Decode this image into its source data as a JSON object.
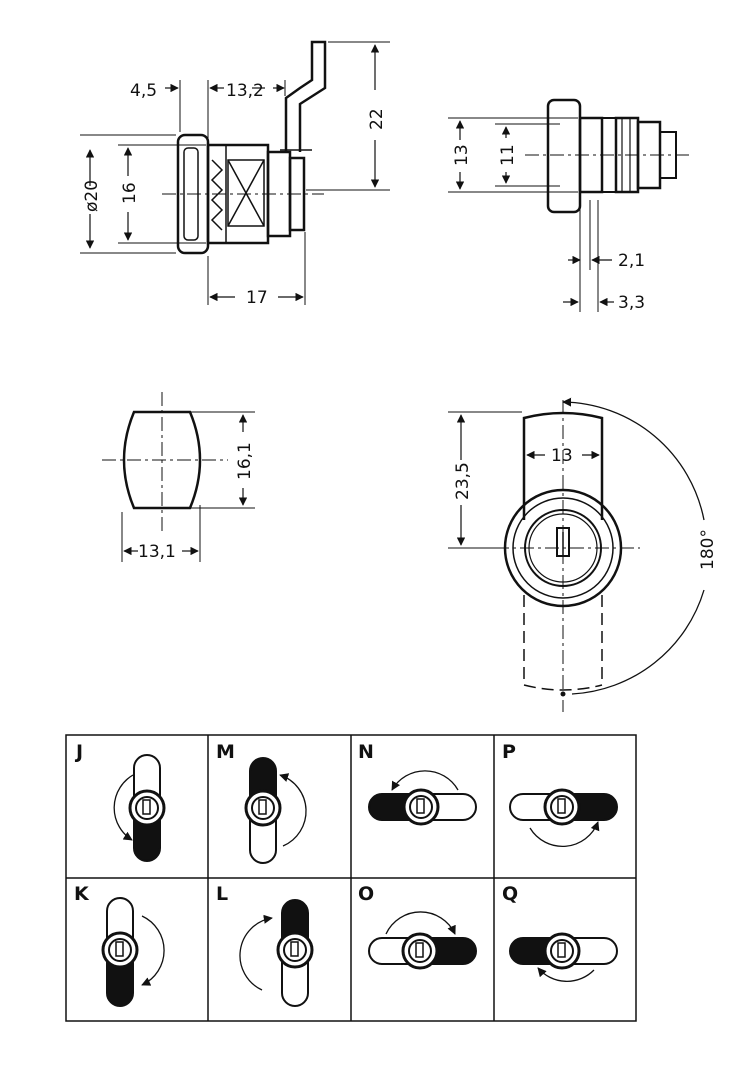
{
  "top_left_view": {
    "dims": {
      "a": "4,5",
      "b": "13,2",
      "c": "22",
      "d": "ø20",
      "e": "16",
      "f": "17"
    }
  },
  "top_right_view": {
    "dims": {
      "a": "13",
      "b": "11",
      "c": "2,1",
      "d": "3,3"
    }
  },
  "middle_left_view": {
    "dims": {
      "a": "16,1",
      "b": "13,1"
    }
  },
  "middle_right_view": {
    "dims": {
      "a": "23,5",
      "b": "13",
      "c": "180°"
    }
  },
  "grid": {
    "cells": [
      {
        "label": "J"
      },
      {
        "label": "M"
      },
      {
        "label": "N"
      },
      {
        "label": "P"
      },
      {
        "label": "K"
      },
      {
        "label": "L"
      },
      {
        "label": "O"
      },
      {
        "label": "Q"
      }
    ]
  },
  "colors": {
    "ink": "#111111",
    "paper": "#ffffff"
  }
}
